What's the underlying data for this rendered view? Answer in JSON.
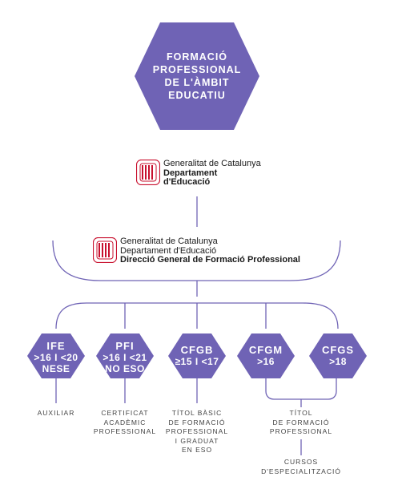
{
  "top_node": {
    "lines": [
      "FORMACIÓ",
      "PROFESSIONAL",
      "DE L'ÀMBIT",
      "EDUCATIU"
    ]
  },
  "logo1": {
    "line1": "Generalitat de Catalunya",
    "line2": "Departament",
    "line3": "d'Educació"
  },
  "logo2": {
    "line1": "Generalitat de Catalunya",
    "line2": "Departament d'Educació",
    "line3": "Direcció General de Formació Professional"
  },
  "programs": [
    {
      "title": "IFE",
      "line2": ">16 I <20",
      "line3": "NESE"
    },
    {
      "title": "PFI",
      "line2": ">16 I <21",
      "line3": "NO ESO"
    },
    {
      "title": "CFGB",
      "line2": "≥15 I <17",
      "line3": ""
    },
    {
      "title": "CFGM",
      "line2": ">16",
      "line3": ""
    },
    {
      "title": "CFGS",
      "line2": ">18",
      "line3": ""
    }
  ],
  "outcomes": {
    "ife": "AUXILIAR",
    "pfi": [
      "CERTIFICAT",
      "ACADÈMIC",
      "PROFESSIONAL"
    ],
    "cfgb": [
      "TÍTOL BÀSIC",
      "DE FORMACIÓ",
      "PROFESSIONAL",
      "I GRADUAT",
      "EN ESO"
    ],
    "cfgm_cfgs": [
      "TÍTOL",
      "DE FORMACIÓ",
      "PROFESSIONAL"
    ],
    "specialization": [
      "CURSOS",
      "D'ESPECIALITZACIÓ"
    ]
  },
  "colors": {
    "hexagon": "#6F63B5",
    "connector": "#6F63B5",
    "logo_red": "#C8102E"
  }
}
